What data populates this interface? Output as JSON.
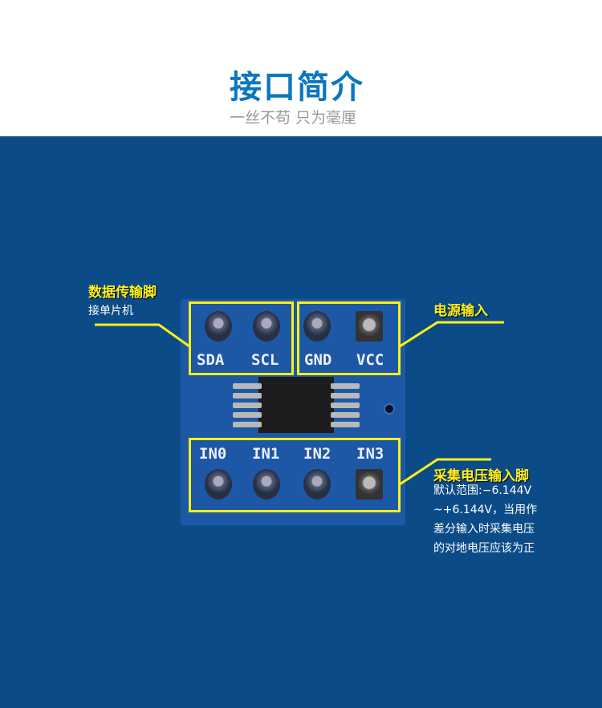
{
  "header": {
    "title": "接口简介",
    "subtitle": "一丝不苟 只为毫厘"
  },
  "board": {
    "pins_top": [
      "SDA",
      "SCL",
      "GND",
      "VCC"
    ],
    "pins_bottom": [
      "IN0",
      "IN1",
      "IN2",
      "IN3"
    ]
  },
  "labels": {
    "data": {
      "title": "数据传输脚",
      "desc": "接单片机"
    },
    "power": {
      "title": "电源输入"
    },
    "adc": {
      "title": "采集电压输入脚",
      "desc": [
        "默认范围:−6.144V",
        "~+6.144V，当用作",
        "差分输入时采集电压",
        "的对地电压应该为正"
      ]
    }
  },
  "colors": {
    "title": "#0b77bf",
    "background": "#0b4c88",
    "highlight": "#ffef1a"
  }
}
